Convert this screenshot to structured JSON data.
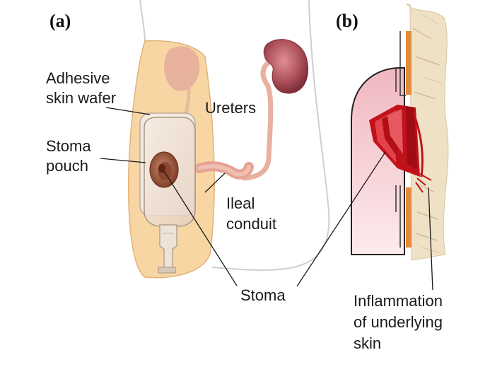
{
  "panels": {
    "a": {
      "label": "(a)"
    },
    "b": {
      "label": "(b)"
    }
  },
  "labels": {
    "adhesive_line1": "Adhesive",
    "adhesive_line2": "skin wafer",
    "stoma_pouch_line1": "Stoma",
    "stoma_pouch_line2": "pouch",
    "ureters": "Ureters",
    "ileal_line1": "Ileal",
    "ileal_line2": "conduit",
    "stoma": "Stoma",
    "inflammation_line1": "Inflammation",
    "inflammation_line2": "of underlying",
    "inflammation_line3": "skin"
  },
  "colors": {
    "skin": "#f8d6a4",
    "kidney": "#b0545f",
    "ureter": "#e9b0a0",
    "stoma": "#a55a3e",
    "inflammation": "#c0121b",
    "wafer_orange": "#e58a38",
    "body_pink": "#f4c3c9"
  }
}
